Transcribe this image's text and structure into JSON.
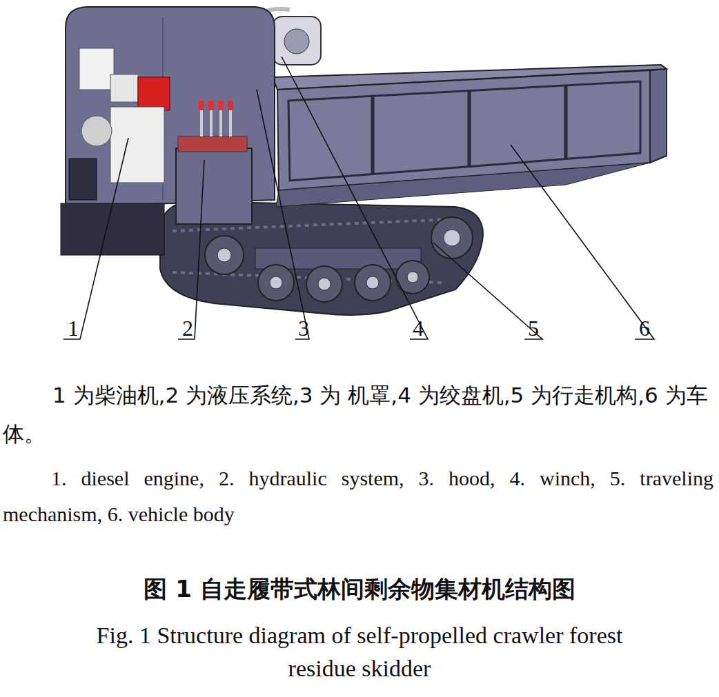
{
  "diagram": {
    "caption": "图 1 自走履带式林间剩余物集材机结构图",
    "labels": [
      "1",
      "2",
      "3",
      "4",
      "5",
      "6",
      "1 为柴油机,2 为液压系统,3 为 机罩,4 为绞盘机,5 为行走机构,6 为车体。",
      "1. diesel engine, 2. hydraulic system, 3. hood, 4. winch, 5. traveling mechanism, 6. vehicle body",
      "Fig. 1 Structure diagram of self-propelled crawler forest residue skidder"
    ]
  }
}
